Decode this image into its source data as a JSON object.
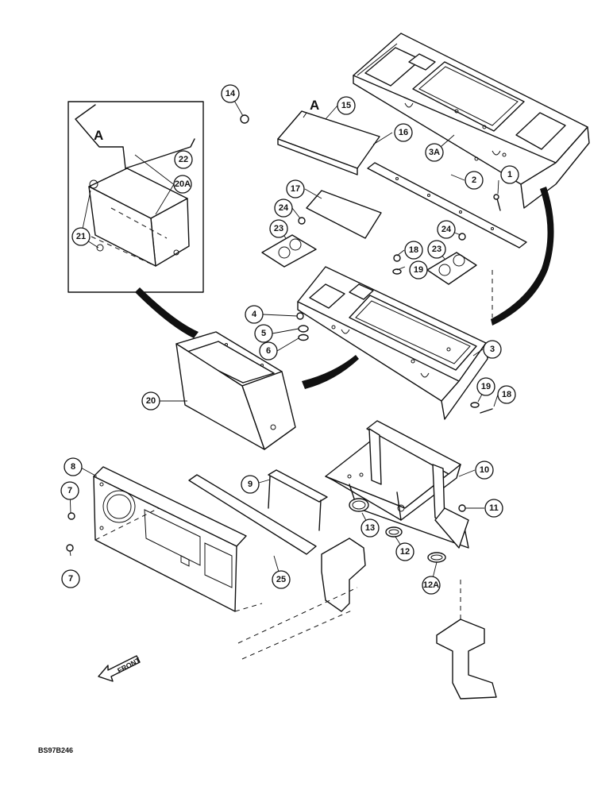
{
  "labels": [
    {
      "name": "callout-1",
      "text": "1"
    },
    {
      "name": "callout-2",
      "text": "2"
    },
    {
      "name": "callout-3",
      "text": "3"
    },
    {
      "name": "callout-3a",
      "text": "3A"
    },
    {
      "name": "callout-4",
      "text": "4"
    },
    {
      "name": "callout-5",
      "text": "5"
    },
    {
      "name": "callout-6",
      "text": "6"
    },
    {
      "name": "callout-7-upper",
      "text": "7"
    },
    {
      "name": "callout-7-lower",
      "text": "7"
    },
    {
      "name": "callout-8",
      "text": "8"
    },
    {
      "name": "callout-9",
      "text": "9"
    },
    {
      "name": "callout-10",
      "text": "10"
    },
    {
      "name": "callout-11",
      "text": "11"
    },
    {
      "name": "callout-12",
      "text": "12"
    },
    {
      "name": "callout-12a",
      "text": "12A"
    },
    {
      "name": "callout-13",
      "text": "13"
    },
    {
      "name": "callout-14",
      "text": "14"
    },
    {
      "name": "callout-15",
      "text": "15"
    },
    {
      "name": "callout-16",
      "text": "16"
    },
    {
      "name": "callout-17",
      "text": "17"
    },
    {
      "name": "callout-18-upper",
      "text": "18"
    },
    {
      "name": "callout-18-lower",
      "text": "18"
    },
    {
      "name": "callout-19-upper",
      "text": "19"
    },
    {
      "name": "callout-19-lower",
      "text": "19"
    },
    {
      "name": "callout-20",
      "text": "20"
    },
    {
      "name": "callout-20a",
      "text": "20A"
    },
    {
      "name": "callout-21",
      "text": "21"
    },
    {
      "name": "callout-22",
      "text": "22"
    },
    {
      "name": "callout-23-left",
      "text": "23"
    },
    {
      "name": "callout-23-right",
      "text": "23"
    },
    {
      "name": "callout-24-left",
      "text": "24"
    },
    {
      "name": "callout-24-right",
      "text": "24"
    },
    {
      "name": "callout-25",
      "text": "25"
    }
  ],
  "view_marker": "A",
  "front_arrow_text": "FRONT",
  "drawing_code": "BS97B246"
}
